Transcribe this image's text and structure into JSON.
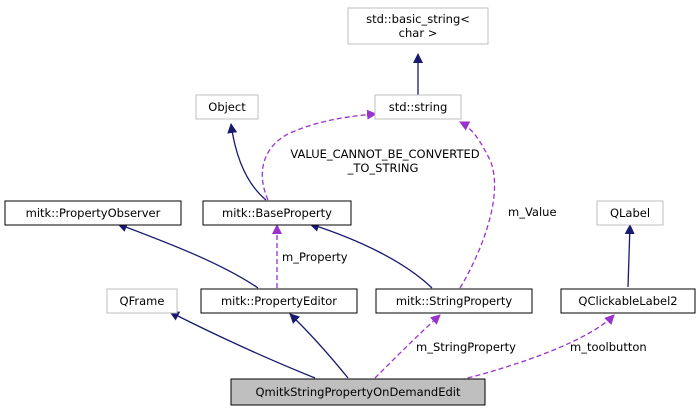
{
  "colors": {
    "inheritance": "#191970",
    "usage": "#9a32cd",
    "documented_border": "#000000",
    "undocumented_border": "#bfbfbf",
    "focus_fill": "#bfbfbf"
  },
  "nodes": {
    "basic_string": {
      "lines": [
        "std::basic_string<",
        "char >"
      ],
      "documented": false
    },
    "std_string": {
      "lines": [
        "std::string"
      ],
      "documented": false
    },
    "object": {
      "lines": [
        "Object"
      ],
      "documented": false
    },
    "property_observer": {
      "lines": [
        "mitk::PropertyObserver"
      ],
      "documented": true
    },
    "base_property": {
      "lines": [
        "mitk::BaseProperty"
      ],
      "documented": true
    },
    "qframe": {
      "lines": [
        "QFrame"
      ],
      "documented": false
    },
    "property_editor": {
      "lines": [
        "mitk::PropertyEditor"
      ],
      "documented": true
    },
    "string_property": {
      "lines": [
        "mitk::StringProperty"
      ],
      "documented": true
    },
    "qlabel": {
      "lines": [
        "QLabel"
      ],
      "documented": false
    },
    "qclickable_label2": {
      "lines": [
        "QClickableLabel2"
      ],
      "documented": true
    },
    "focus_class": {
      "lines": [
        "QmitkStringPropertyOnDemandEdit"
      ],
      "documented": true,
      "focus": true
    }
  },
  "edge_labels": {
    "value_cannot_be_converted": [
      "VALUE_CANNOT_BE_CONVERTED",
      "_TO_STRING"
    ],
    "m_value": "m_Value",
    "m_property": "m_Property",
    "m_string_property": "m_StringProperty",
    "m_toolbutton": "m_toolbutton"
  }
}
